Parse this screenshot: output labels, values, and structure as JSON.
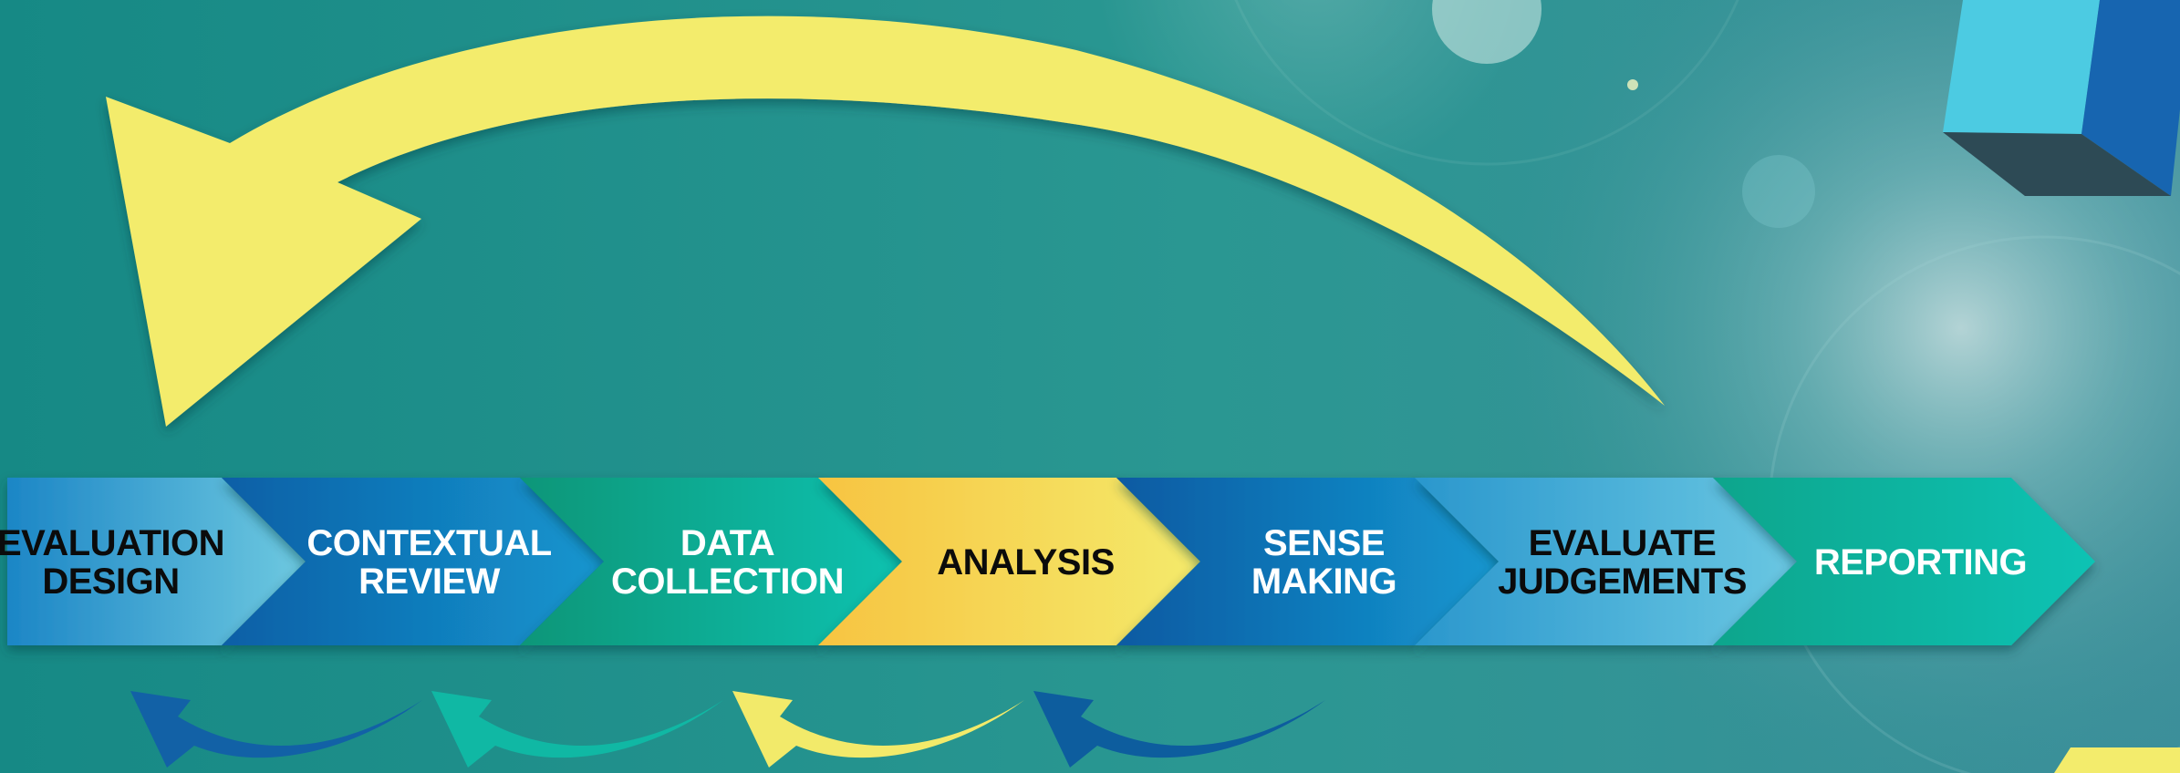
{
  "process": {
    "steps": [
      {
        "lines": [
          "EVALUATION",
          "DESIGN"
        ],
        "grad": [
          "#1c86c6",
          "#6ec9e0"
        ],
        "text_color": "#0b0b0b"
      },
      {
        "lines": [
          "CONTEXTUAL",
          "REVIEW"
        ],
        "grad": [
          "#0d5fa6",
          "#1496cf"
        ],
        "text_color": "#ffffff"
      },
      {
        "lines": [
          "DATA",
          "COLLECTION"
        ],
        "grad": [
          "#0a9678",
          "#10c2b0"
        ],
        "text_color": "#ffffff"
      },
      {
        "lines": [
          "ANALYSIS"
        ],
        "grad": [
          "#f7c441",
          "#f4ea6b"
        ],
        "text_color": "#0b0b0b"
      },
      {
        "lines": [
          "SENSE",
          "MAKING"
        ],
        "grad": [
          "#0b5aa2",
          "#1497d0"
        ],
        "text_color": "#ffffff"
      },
      {
        "lines": [
          "EVALUATE",
          "JUDGEMENTS"
        ],
        "grad": [
          "#2a97cd",
          "#6ac7e2"
        ],
        "text_color": "#0b0b0b"
      },
      {
        "lines": [
          "REPORTING"
        ],
        "grad": [
          "#0ea58c",
          "#10c3b4"
        ],
        "text_color": "#ffffff"
      }
    ]
  },
  "colors": {
    "background": "#1a8a86",
    "big_arrow": "#f3ec6c",
    "cube_light": "#4ccbe2",
    "cube_dark": "#1765b0",
    "small_arrows": [
      "#1261a6",
      "#10b8a4",
      "#f2ea6a",
      "#0d5d9e"
    ]
  },
  "icons": {
    "big_arrow": "curved-return-arrow",
    "small_arrows": "curved-back-arrow",
    "cube": "cube"
  }
}
